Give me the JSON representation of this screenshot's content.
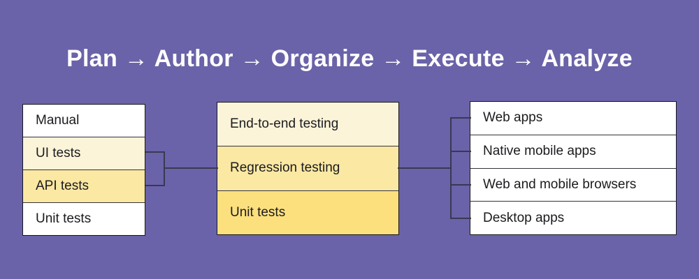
{
  "title": {
    "text": "Plan → Author → Organize → Execute → Analyze",
    "steps": [
      "Plan",
      "Author",
      "Organize",
      "Execute",
      "Analyze"
    ],
    "separator": "→"
  },
  "colors": {
    "background": "#6A63A9",
    "title_text": "#FFFFFF",
    "box_border": "#17161F",
    "row_divider": "#33333A",
    "connector": "#3A3852",
    "text_dark": "#1B1B1F",
    "white": "#FFFFFF",
    "cream": "#FCF4D8",
    "yellow_mid": "#FBE8A3",
    "yellow_deep": "#FCE07E"
  },
  "columns": {
    "test_types": {
      "rows": [
        {
          "label": "Manual",
          "fill": "#FFFFFF"
        },
        {
          "label": "UI tests",
          "fill": "#FCF4D8"
        },
        {
          "label": "API tests",
          "fill": "#FBE8A3"
        },
        {
          "label": "Unit tests",
          "fill": "#FFFFFF"
        }
      ]
    },
    "test_suites": {
      "rows": [
        {
          "label": "End-to-end testing",
          "fill": "#FCF4D8"
        },
        {
          "label": "Regression testing",
          "fill": "#FBE8A3"
        },
        {
          "label": "Unit tests",
          "fill": "#FCE07E"
        }
      ]
    },
    "platforms": {
      "rows": [
        {
          "label": "Web apps",
          "fill": "#FFFFFF"
        },
        {
          "label": "Native mobile apps",
          "fill": "#FFFFFF"
        },
        {
          "label": "Web and mobile browsers",
          "fill": "#FFFFFF"
        },
        {
          "label": "Desktop apps",
          "fill": "#FFFFFF"
        }
      ]
    }
  }
}
